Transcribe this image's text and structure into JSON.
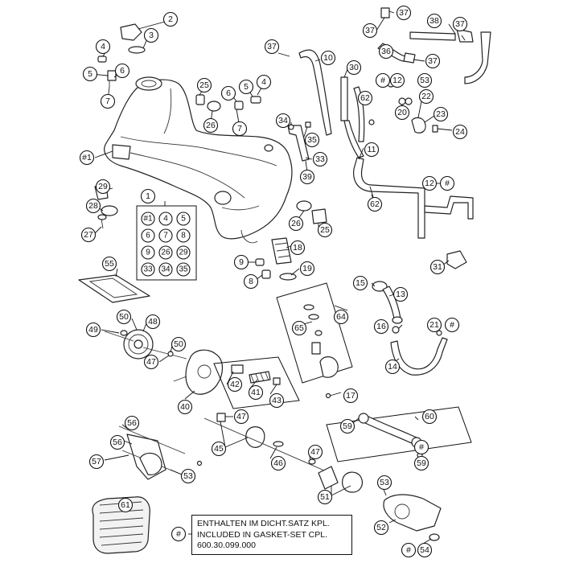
{
  "callouts": {
    "c1": "1",
    "c2": "2",
    "c3": "3",
    "c4": "4",
    "c4b": "4",
    "c5": "5",
    "c5b": "5",
    "c6": "6",
    "c6b": "6",
    "c7": "7",
    "c7b": "7",
    "c8": "8",
    "c9": "9",
    "c10": "10",
    "c11": "11",
    "c12": "12",
    "c12b": "12",
    "c13": "13",
    "c14": "14",
    "c15": "15",
    "c16": "16",
    "c17": "17",
    "c18": "18",
    "c19": "19",
    "c20": "20",
    "c21": "21",
    "c22": "22",
    "c23": "23",
    "c24": "24",
    "c25": "25",
    "c25b": "25",
    "c26": "26",
    "c26b": "26",
    "c27": "27",
    "c28": "28",
    "c29": "29",
    "c30": "30",
    "c31": "31",
    "c33": "33",
    "c34": "34",
    "c35": "35",
    "c36": "36",
    "c37a": "37",
    "c37b": "37",
    "c37c": "37",
    "c37d": "37",
    "c37e": "37",
    "c38": "38",
    "c39": "39",
    "c40": "40",
    "c41": "41",
    "c42": "42",
    "c43": "43",
    "c45": "45",
    "c46": "46",
    "c47a": "47",
    "c47b": "47",
    "c47c": "47",
    "c48": "48",
    "c49": "49",
    "c50a": "50",
    "c50b": "50",
    "c51": "51",
    "c52": "52",
    "c53a": "53",
    "c53b": "53",
    "c54": "54",
    "c55": "55",
    "c56a": "56",
    "c56b": "56",
    "c57": "57",
    "c59a": "59",
    "c59b": "59",
    "c60": "60",
    "c61": "61",
    "c62a": "62",
    "c62b": "62",
    "c64": "64",
    "c65": "65",
    "h1": "#1",
    "h2": "#",
    "h3": "#",
    "h4": "#",
    "h5": "#",
    "h6": "#"
  },
  "kit_table": {
    "r1": [
      "#1",
      "4",
      "5"
    ],
    "r2": [
      "6",
      "7",
      "8"
    ],
    "r3": [
      "9",
      "26",
      "29"
    ],
    "r4": [
      "33",
      "34",
      "35"
    ]
  },
  "note": {
    "line1": "ENTHALTEN IM DICHT.SATZ KPL.",
    "line2": "INCLUDED IN GASKET-SET CPL.",
    "line3": "600.30.099.000"
  }
}
